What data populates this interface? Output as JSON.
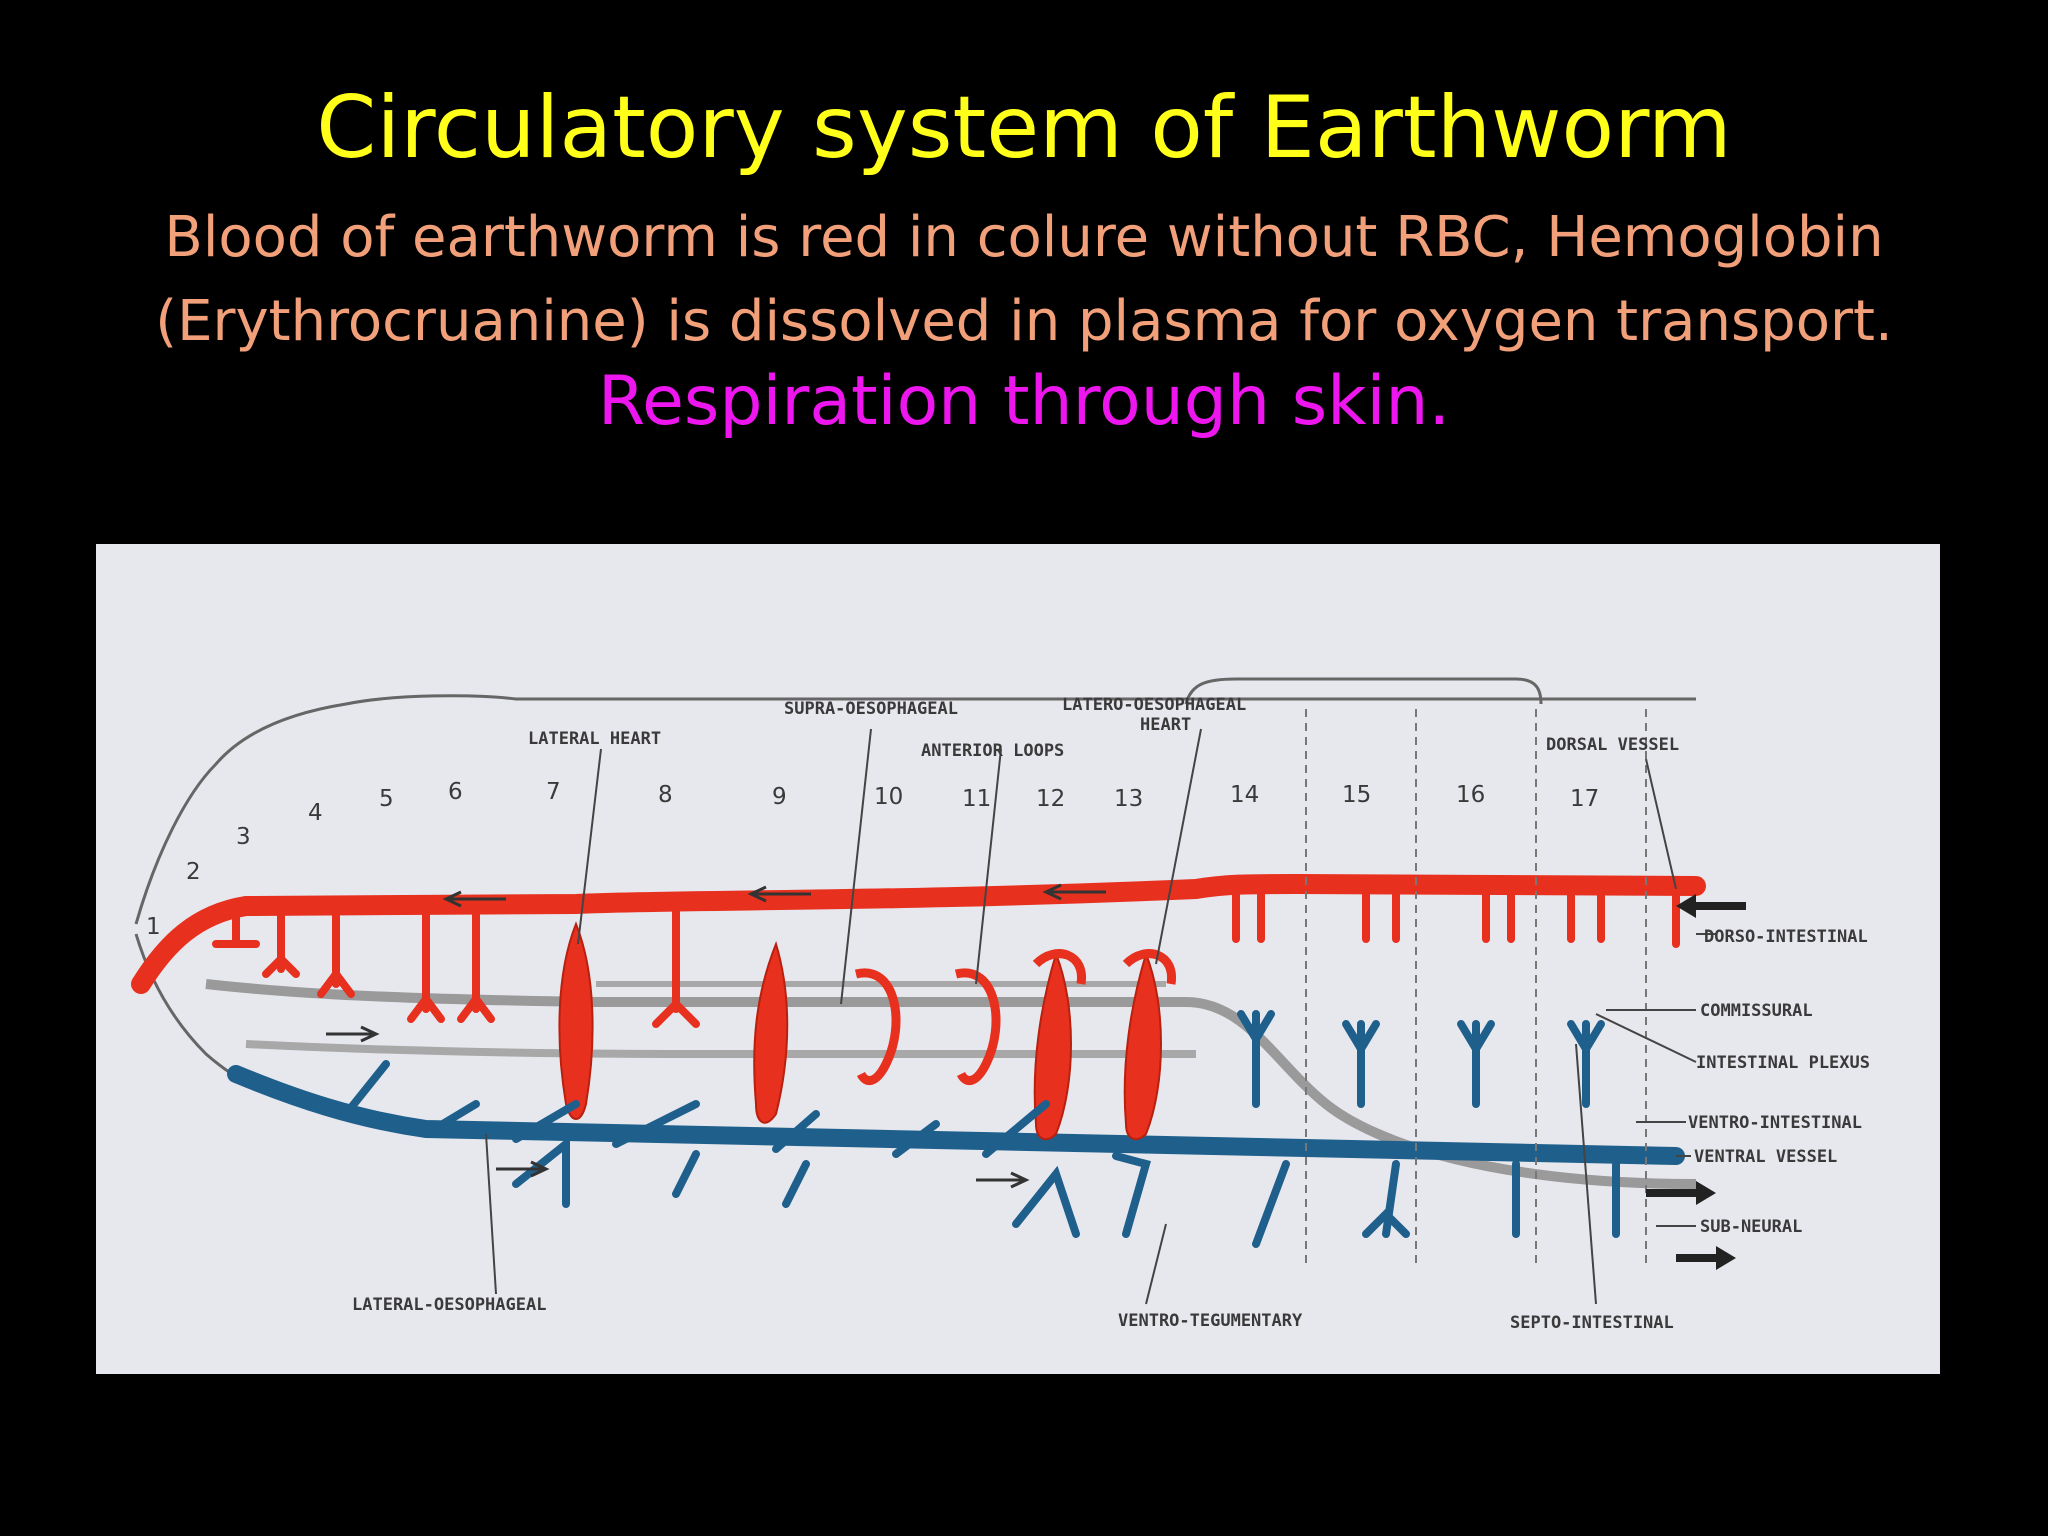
{
  "slide": {
    "title": "Circulatory system of Earthworm",
    "subtitle_line1": "Blood of earthworm is red in colure  without RBC, Hemoglobin",
    "subtitle_line2": "(Erythrocruanine) is dissolved in plasma for oxygen  transport.",
    "respiration": "Respiration  through skin."
  },
  "diagram": {
    "segments": [
      "1",
      "2",
      "3",
      "4",
      "5",
      "6",
      "7",
      "8",
      "9",
      "10",
      "11",
      "12",
      "13",
      "14",
      "15",
      "16",
      "17"
    ],
    "labels": {
      "lateral_heart": "LATERAL HEART",
      "supra_oesophageal": "SUPRA-OESOPHAGEAL",
      "anterior_loops": "ANTERIOR LOOPS",
      "latero_oesophageal_heart_1": "LATERO-OESOPHAGEAL",
      "latero_oesophageal_heart_2": "HEART",
      "dorsal_vessel": "DORSAL VESSEL",
      "dorso_intestinal": "DORSO-INTESTINAL",
      "commissural": "COMMISSURAL",
      "intestinal_plexus": "INTESTINAL PLEXUS",
      "ventro_intestinal": "VENTRO-INTESTINAL",
      "ventral_vessel": "VENTRAL VESSEL",
      "sub_neural": "SUB-NEURAL",
      "lateral_oesophageal": "LATERAL-OESOPHAGEAL",
      "ventro_tegumentary": "VENTRO-TEGUMENTARY",
      "septo_intestinal": "SEPTO-INTESTINAL"
    },
    "colors": {
      "dorsal": "#e8301e",
      "ventral": "#1f5f8c",
      "outline": "#555555",
      "background": "#e7e7ee"
    }
  }
}
